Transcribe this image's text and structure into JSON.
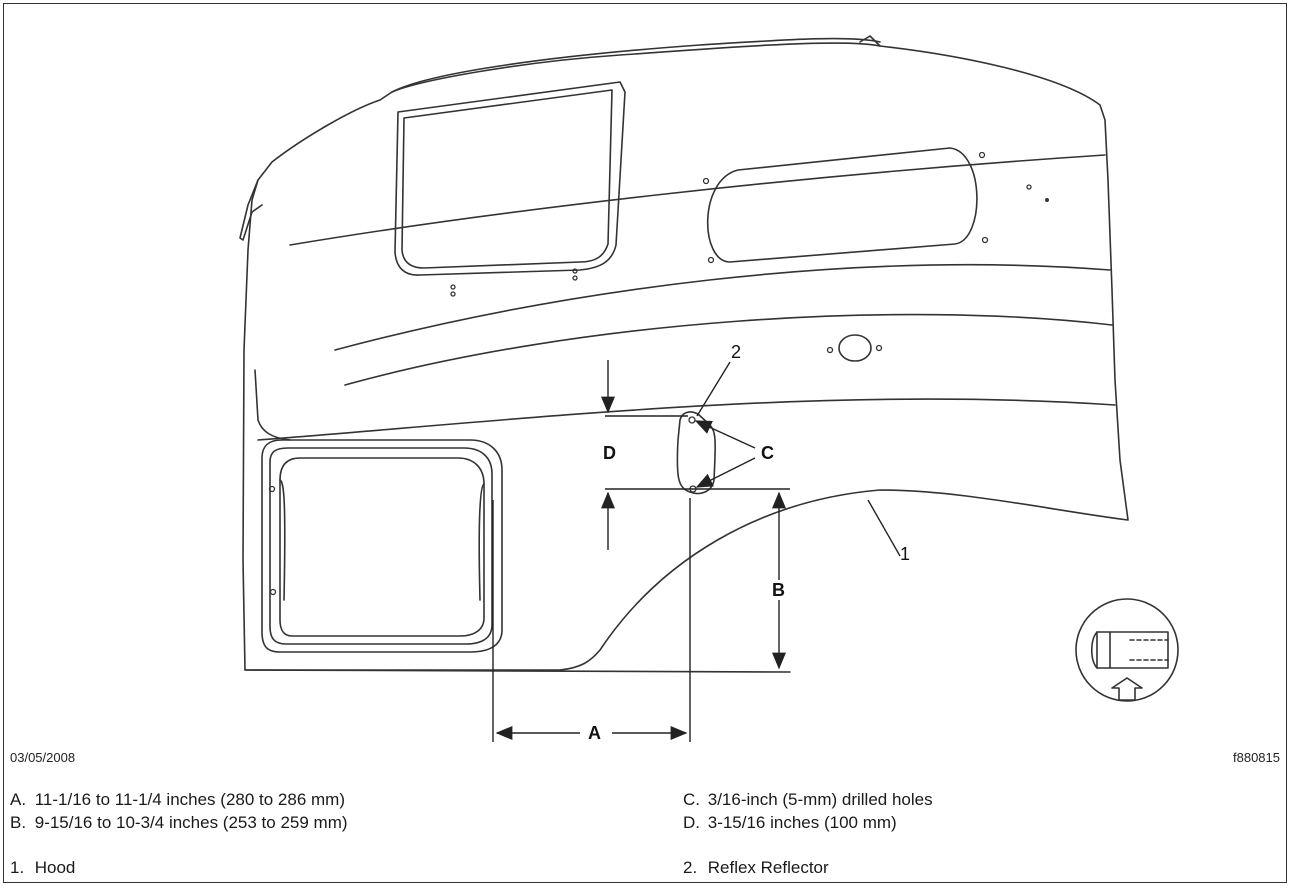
{
  "figure": {
    "date": "03/05/2008",
    "figure_id": "f880815",
    "callouts": {
      "A": "A",
      "B": "B",
      "C": "C",
      "D": "D",
      "n1": "1",
      "n2": "2"
    }
  },
  "legend": {
    "left": [
      {
        "key": "A.",
        "text": "11-1/16 to 11-1/4 inches (280 to 286 mm)"
      },
      {
        "key": "B.",
        "text": "9-15/16 to 10-3/4 inches (253 to 259 mm)"
      },
      {
        "key": "1.",
        "text": "Hood"
      }
    ],
    "right": [
      {
        "key": "C.",
        "text": "3/16-inch (5-mm) drilled holes"
      },
      {
        "key": "D.",
        "text": "3-15/16 inches (100 mm)"
      },
      {
        "key": "2.",
        "text": "Reflex Reflector"
      }
    ]
  }
}
